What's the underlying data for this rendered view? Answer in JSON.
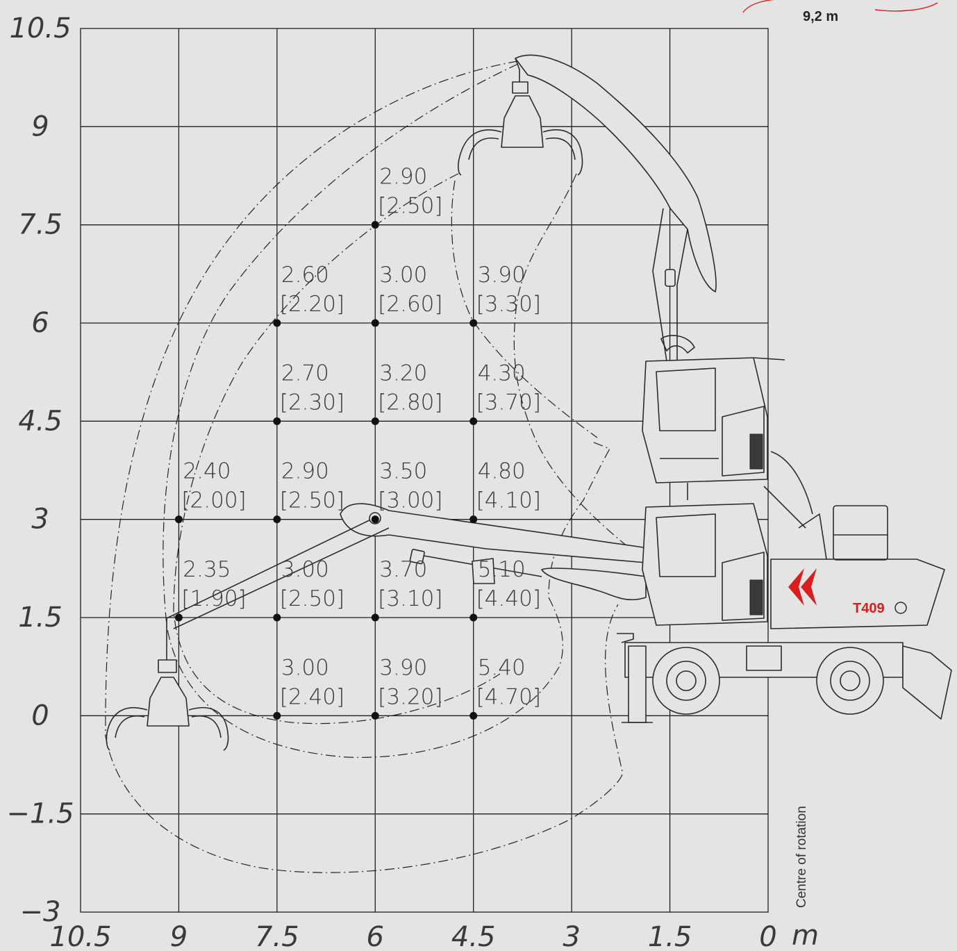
{
  "reach_label": "9,2 m",
  "rotation_label": "Centre of rotation",
  "unit_label": "m",
  "model_badge": "T409",
  "brand_red": "#d81e1e",
  "chart_data": {
    "type": "table",
    "x_axis": {
      "ticks": [
        {
          "value": 10.5,
          "label": "10.5"
        },
        {
          "value": 9,
          "label": "9"
        },
        {
          "value": 7.5,
          "label": "7.5"
        },
        {
          "value": 6,
          "label": "6"
        },
        {
          "value": 4.5,
          "label": "4.5"
        },
        {
          "value": 3,
          "label": "3"
        },
        {
          "value": 1.5,
          "label": "1.5"
        },
        {
          "value": 0,
          "label": "0"
        }
      ],
      "reversed": true,
      "range": [
        10.5,
        0
      ]
    },
    "y_axis": {
      "ticks": [
        {
          "value": 10.5,
          "label": "10.5"
        },
        {
          "value": 9,
          "label": "9"
        },
        {
          "value": 7.5,
          "label": "7.5"
        },
        {
          "value": 6,
          "label": "6"
        },
        {
          "value": 4.5,
          "label": "4.5"
        },
        {
          "value": 3,
          "label": "3"
        },
        {
          "value": 1.5,
          "label": "1.5"
        },
        {
          "value": 0,
          "label": "0"
        },
        {
          "value": -1.5,
          "label": "−1.5"
        },
        {
          "value": -3,
          "label": "−3"
        }
      ],
      "range": [
        -3,
        10.5
      ]
    },
    "grid": true,
    "capacities": [
      {
        "x": 6,
        "y": 7.5,
        "value": "2.90",
        "bracket": "[2.50]"
      },
      {
        "x": 7.5,
        "y": 6,
        "value": "2.60",
        "bracket": "[2.20]"
      },
      {
        "x": 6,
        "y": 6,
        "value": "3.00",
        "bracket": "[2.60]"
      },
      {
        "x": 4.5,
        "y": 6,
        "value": "3.90",
        "bracket": "[3.30]"
      },
      {
        "x": 7.5,
        "y": 4.5,
        "value": "2.70",
        "bracket": "[2.30]"
      },
      {
        "x": 6,
        "y": 4.5,
        "value": "3.20",
        "bracket": "[2.80]"
      },
      {
        "x": 4.5,
        "y": 4.5,
        "value": "4.30",
        "bracket": "[3.70]"
      },
      {
        "x": 9,
        "y": 3,
        "value": "2.40",
        "bracket": "[2.00]"
      },
      {
        "x": 7.5,
        "y": 3,
        "value": "2.90",
        "bracket": "[2.50]"
      },
      {
        "x": 6,
        "y": 3,
        "value": "3.50",
        "bracket": "[3.00]"
      },
      {
        "x": 4.5,
        "y": 3,
        "value": "4.80",
        "bracket": "[4.10]"
      },
      {
        "x": 9,
        "y": 1.5,
        "value": "2.35",
        "bracket": "[1.90]"
      },
      {
        "x": 7.5,
        "y": 1.5,
        "value": "3.00",
        "bracket": "[2.50]"
      },
      {
        "x": 6,
        "y": 1.5,
        "value": "3.70",
        "bracket": "[3.10]"
      },
      {
        "x": 4.5,
        "y": 1.5,
        "value": "5.10",
        "bracket": "[4.40]"
      },
      {
        "x": 7.5,
        "y": 0,
        "value": "3.00",
        "bracket": "[2.40]"
      },
      {
        "x": 6,
        "y": 0,
        "value": "3.90",
        "bracket": "[3.20]"
      },
      {
        "x": 4.5,
        "y": 0,
        "value": "5.40",
        "bracket": "[4.70]"
      }
    ]
  }
}
